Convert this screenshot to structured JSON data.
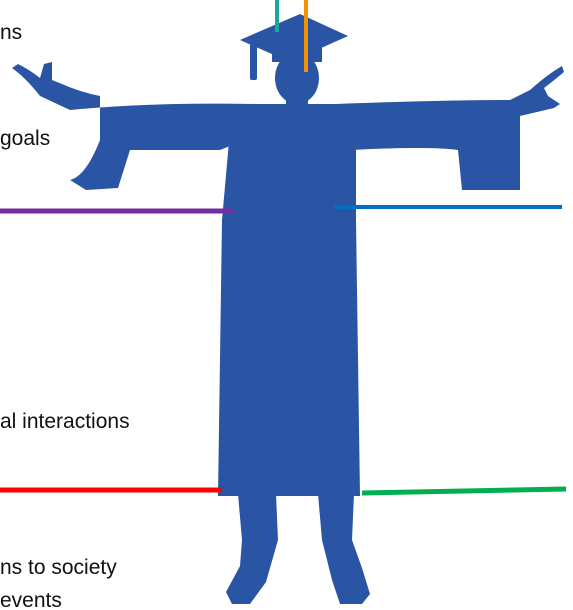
{
  "labels": {
    "top_left": "ns",
    "goals": "goals",
    "interactions": "al interactions",
    "society_line1": "ns to society",
    "society_line2": "events"
  },
  "colors": {
    "silhouette": "#2A55A4",
    "tassel_teal": "#1AA89A",
    "tassel_orange": "#F39200",
    "line_purple": "#7030A0",
    "line_blue": "#0070C0",
    "line_red": "#FF0000",
    "line_green": "#00B050"
  }
}
